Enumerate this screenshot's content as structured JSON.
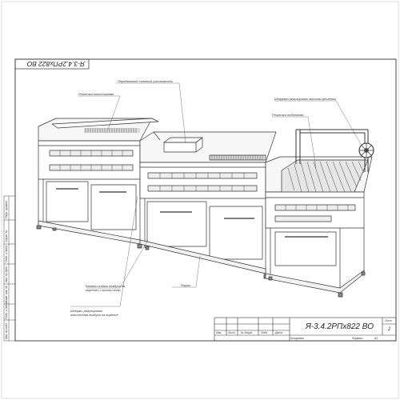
{
  "stamp_top": "Я-3.4.2РПх822 ВО",
  "callouts": {
    "grill_grate": "Решетка колосниковая",
    "movable_spreader": "Передвижной съемный рассекатель",
    "height_adjust": "Штурвал регулировки высоты решетки",
    "lift_grate": "Решетка подъемная",
    "ash_drawers": "Ящики",
    "air_ducts": "Каналы подачи воздуха на горение и чистки зоны",
    "air_shutters": "Шторки регулировки количества воздуха на горение"
  },
  "side_column": [
    "Перв. примен.",
    "Справ. №",
    "Подп. и дата",
    "Инв. № дубл.",
    "Взам. инв. №",
    "Подп. и дата",
    "Инв. № подл."
  ],
  "title_block": {
    "code": "Я-3.4.2РПх822 ВО",
    "headers": [
      "Изм.",
      "Лист",
      "№ докум.",
      "Подп.",
      "Дата"
    ],
    "sheet_label": "Лист",
    "sheet_number": "2",
    "copied": "Копировал",
    "format_label": "Формат",
    "format_value": "А3"
  }
}
